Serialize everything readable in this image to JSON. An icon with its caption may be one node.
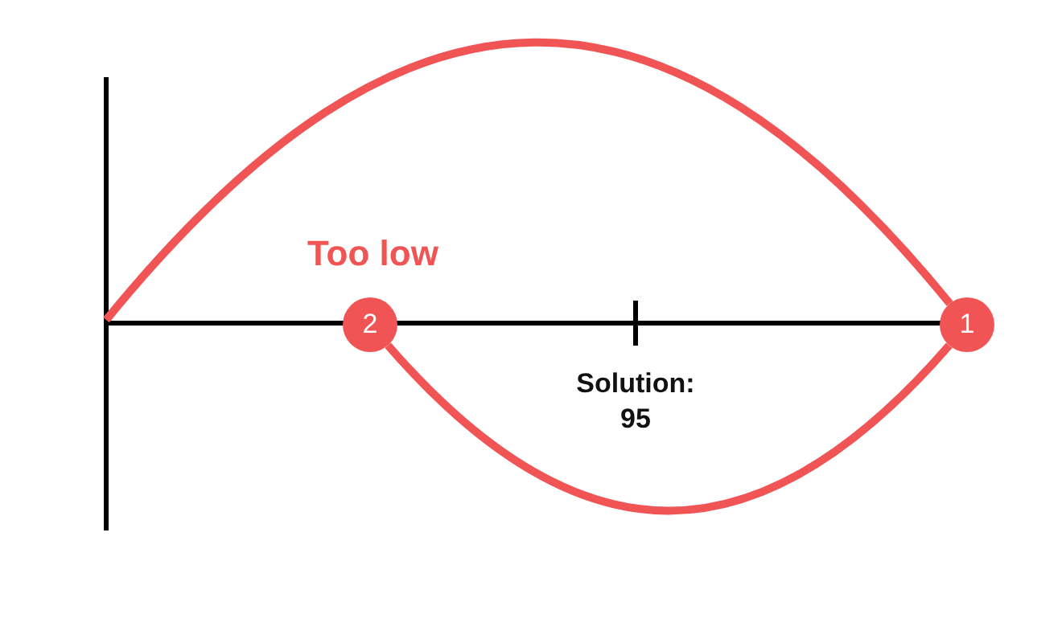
{
  "diagram": {
    "nodes": [
      {
        "text": [
          "1"
        ]
      },
      {
        "text": [
          "2"
        ],
        "beside": [
          "Too low"
        ]
      }
    ],
    "edges": [
      {
        "from": null,
        "to": 0,
        "arrow": "none"
      },
      {
        "from": 0,
        "to": 1,
        "arrow": "none"
      }
    ],
    "labels": [
      "Solution: 95"
    ]
  }
}
